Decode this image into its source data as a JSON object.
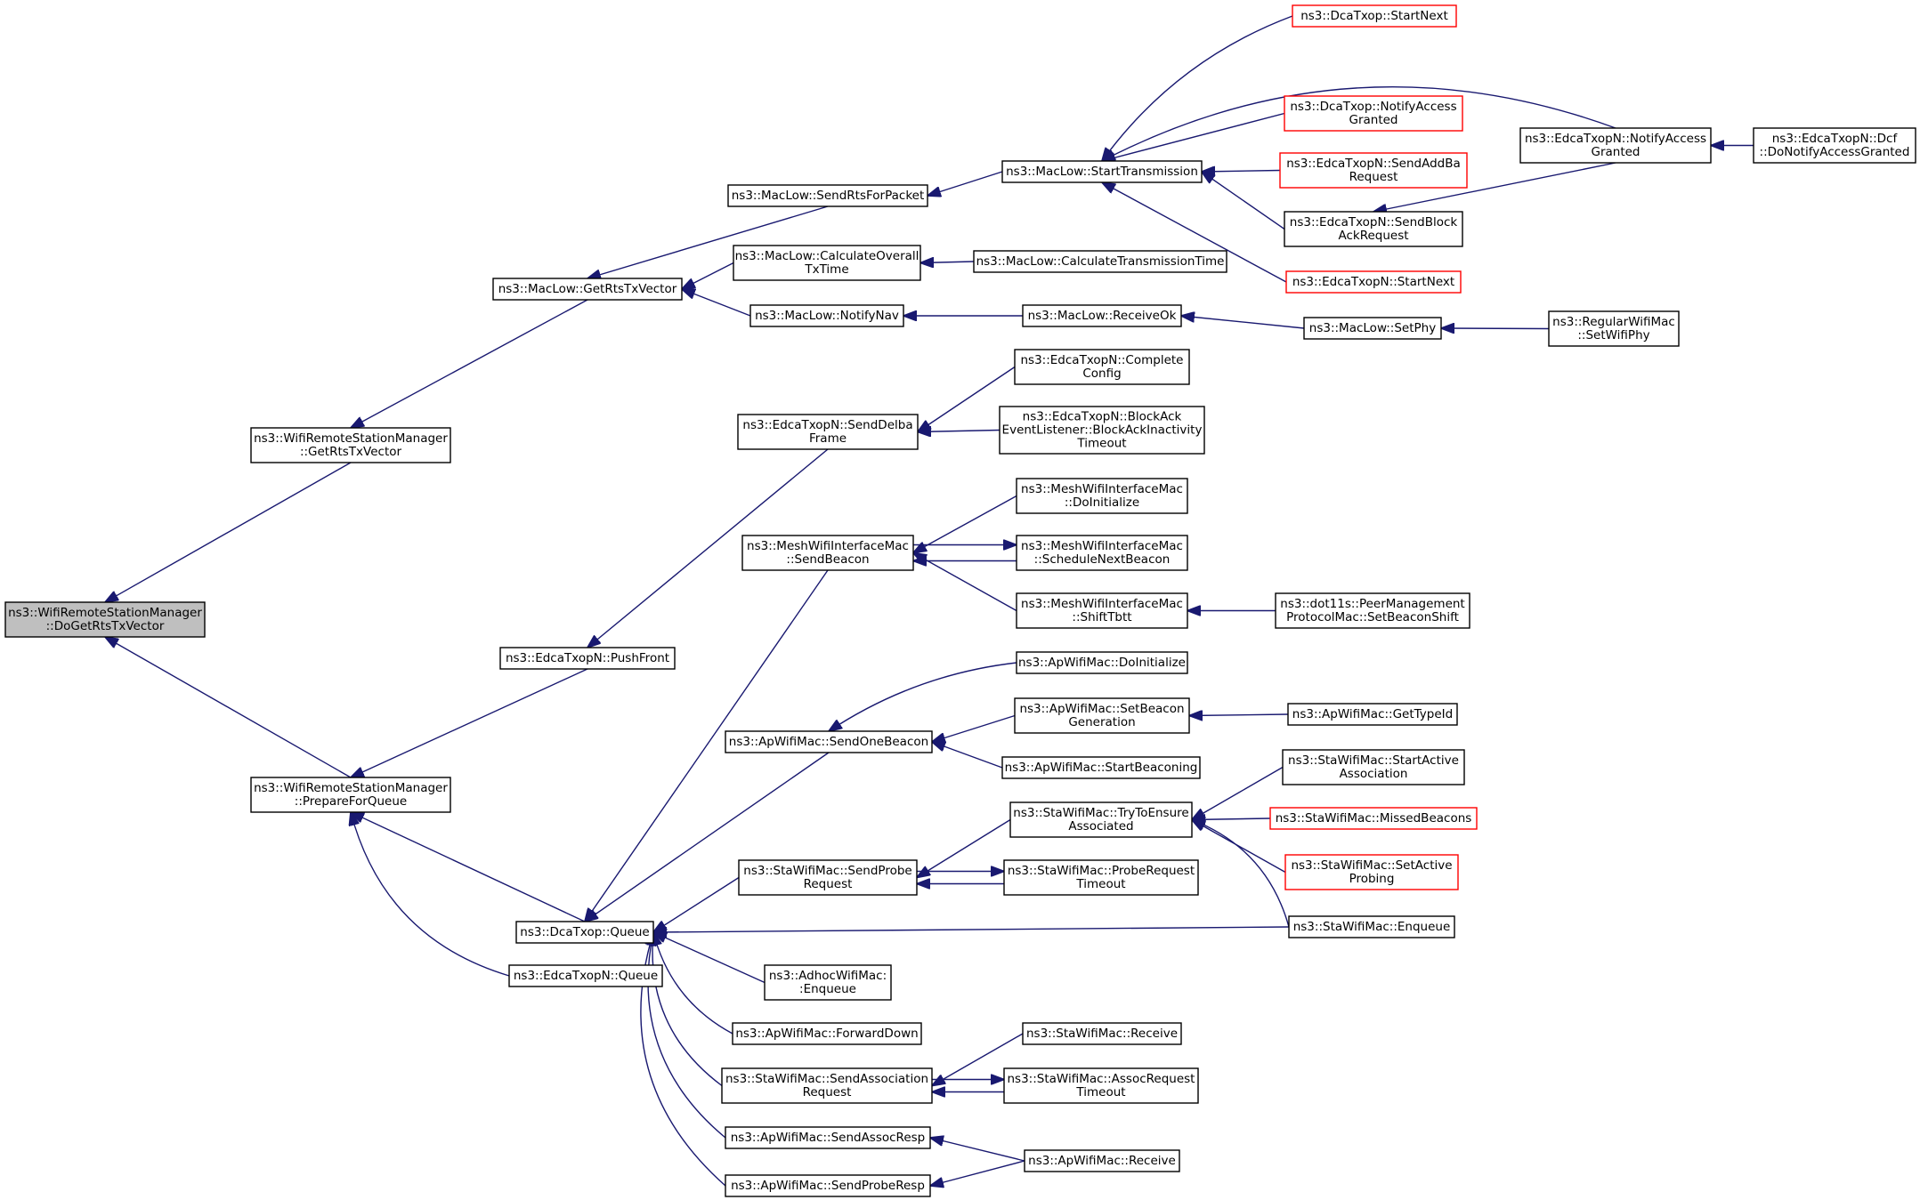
{
  "diagram": {
    "type": "caller-graph",
    "colors": {
      "root_fill": "#bfbfbf",
      "edge": "#191970",
      "box_border": "#000000",
      "truncated_border": "#ff0000"
    },
    "nodes": [
      {
        "id": "root",
        "lines": [
          "ns3::WifiRemoteStationManager",
          "::DoGetRtsTxVector"
        ],
        "style": "root"
      },
      {
        "id": "wrsm_getrts",
        "lines": [
          "ns3::WifiRemoteStationManager",
          "::GetRtsTxVector"
        ]
      },
      {
        "id": "wrsm_prep",
        "lines": [
          "ns3::WifiRemoteStationManager",
          "::PrepareForQueue"
        ]
      },
      {
        "id": "maclow_getrts",
        "lines": [
          "ns3::MacLow::GetRtsTxVector"
        ]
      },
      {
        "id": "edca_pushfront",
        "lines": [
          "ns3::EdcaTxopN::PushFront"
        ]
      },
      {
        "id": "dca_queue",
        "lines": [
          "ns3::DcaTxop::Queue"
        ]
      },
      {
        "id": "edca_queue",
        "lines": [
          "ns3::EdcaTxopN::Queue"
        ]
      },
      {
        "id": "maclow_sendrts",
        "lines": [
          "ns3::MacLow::SendRtsForPacket"
        ]
      },
      {
        "id": "maclow_calcoverall",
        "lines": [
          "ns3::MacLow::CalculateOverall",
          "TxTime"
        ]
      },
      {
        "id": "maclow_notifynav",
        "lines": [
          "ns3::MacLow::NotifyNav"
        ]
      },
      {
        "id": "maclow_starttx",
        "lines": [
          "ns3::MacLow::StartTransmission"
        ]
      },
      {
        "id": "maclow_calctx",
        "lines": [
          "ns3::MacLow::CalculateTransmissionTime"
        ]
      },
      {
        "id": "maclow_receiveok",
        "lines": [
          "ns3::MacLow::ReceiveOk"
        ]
      },
      {
        "id": "dca_startnext",
        "lines": [
          "ns3::DcaTxop::StartNext"
        ],
        "style": "red"
      },
      {
        "id": "dca_notifyaccess",
        "lines": [
          "ns3::DcaTxop::NotifyAccess",
          "Granted"
        ],
        "style": "red"
      },
      {
        "id": "edca_sendaddba",
        "lines": [
          "ns3::EdcaTxopN::SendAddBa",
          "Request"
        ],
        "style": "red"
      },
      {
        "id": "edca_sendblockack",
        "lines": [
          "ns3::EdcaTxopN::SendBlock",
          "AckRequest"
        ]
      },
      {
        "id": "edca_startnext",
        "lines": [
          "ns3::EdcaTxopN::StartNext"
        ],
        "style": "red"
      },
      {
        "id": "edca_notifyaccess",
        "lines": [
          "ns3::EdcaTxopN::NotifyAccess",
          "Granted"
        ]
      },
      {
        "id": "edca_dcf",
        "lines": [
          "ns3::EdcaTxopN::Dcf",
          "::DoNotifyAccessGranted"
        ]
      },
      {
        "id": "maclow_setphy",
        "lines": [
          "ns3::MacLow::SetPhy"
        ]
      },
      {
        "id": "regular_setwifiphy",
        "lines": [
          "ns3::RegularWifiMac",
          "::SetWifiPhy"
        ]
      },
      {
        "id": "edca_senddelba",
        "lines": [
          "ns3::EdcaTxopN::SendDelba",
          "Frame"
        ]
      },
      {
        "id": "edca_completeconfig",
        "lines": [
          "ns3::EdcaTxopN::Complete",
          "Config"
        ]
      },
      {
        "id": "edca_blockackinact",
        "lines": [
          "ns3::EdcaTxopN::BlockAck",
          "EventListener::BlockAckInactivity",
          "Timeout"
        ]
      },
      {
        "id": "mesh_sendbeacon",
        "lines": [
          "ns3::MeshWifiInterfaceMac",
          "::SendBeacon"
        ]
      },
      {
        "id": "mesh_doinit",
        "lines": [
          "ns3::MeshWifiInterfaceMac",
          "::DoInitialize"
        ]
      },
      {
        "id": "mesh_schedule",
        "lines": [
          "ns3::MeshWifiInterfaceMac",
          "::ScheduleNextBeacon"
        ]
      },
      {
        "id": "mesh_shifttbtt",
        "lines": [
          "ns3::MeshWifiInterfaceMac",
          "::ShiftTbtt"
        ]
      },
      {
        "id": "dot11s_setbeaconshift",
        "lines": [
          "ns3::dot11s::PeerManagement",
          "ProtocolMac::SetBeaconShift"
        ]
      },
      {
        "id": "ap_sendonebeacon",
        "lines": [
          "ns3::ApWifiMac::SendOneBeacon"
        ]
      },
      {
        "id": "ap_doinit",
        "lines": [
          "ns3::ApWifiMac::DoInitialize"
        ]
      },
      {
        "id": "ap_setbeacongen",
        "lines": [
          "ns3::ApWifiMac::SetBeacon",
          "Generation"
        ]
      },
      {
        "id": "ap_gettypeid",
        "lines": [
          "ns3::ApWifiMac::GetTypeId"
        ]
      },
      {
        "id": "ap_startbeaconing",
        "lines": [
          "ns3::ApWifiMac::StartBeaconing"
        ]
      },
      {
        "id": "sta_sendprobe",
        "lines": [
          "ns3::StaWifiMac::SendProbe",
          "Request"
        ]
      },
      {
        "id": "sta_trytoensure",
        "lines": [
          "ns3::StaWifiMac::TryToEnsure",
          "Associated"
        ]
      },
      {
        "id": "sta_probetimeout",
        "lines": [
          "ns3::StaWifiMac::ProbeRequest",
          "Timeout"
        ]
      },
      {
        "id": "sta_startactive",
        "lines": [
          "ns3::StaWifiMac::StartActive",
          "Association"
        ]
      },
      {
        "id": "sta_missedbeacons",
        "lines": [
          "ns3::StaWifiMac::MissedBeacons"
        ],
        "style": "red"
      },
      {
        "id": "sta_setactiveprobing",
        "lines": [
          "ns3::StaWifiMac::SetActive",
          "Probing"
        ],
        "style": "red"
      },
      {
        "id": "sta_enqueue",
        "lines": [
          "ns3::StaWifiMac::Enqueue"
        ]
      },
      {
        "id": "adhoc_enqueue",
        "lines": [
          "ns3::AdhocWifiMac:",
          ":Enqueue"
        ]
      },
      {
        "id": "ap_forwarddown",
        "lines": [
          "ns3::ApWifiMac::ForwardDown"
        ]
      },
      {
        "id": "sta_sendassoc",
        "lines": [
          "ns3::StaWifiMac::SendAssociation",
          "Request"
        ]
      },
      {
        "id": "sta_receive",
        "lines": [
          "ns3::StaWifiMac::Receive"
        ]
      },
      {
        "id": "sta_assoctimeout",
        "lines": [
          "ns3::StaWifiMac::AssocRequest",
          "Timeout"
        ]
      },
      {
        "id": "ap_sendassocresp",
        "lines": [
          "ns3::ApWifiMac::SendAssocResp"
        ]
      },
      {
        "id": "ap_receive",
        "lines": [
          "ns3::ApWifiMac::Receive"
        ]
      },
      {
        "id": "ap_sendproberesp",
        "lines": [
          "ns3::ApWifiMac::SendProbeResp"
        ]
      }
    ],
    "edges": [
      {
        "from": "wrsm_getrts",
        "to": "root"
      },
      {
        "from": "wrsm_prep",
        "to": "root"
      },
      {
        "from": "maclow_getrts",
        "to": "wrsm_getrts"
      },
      {
        "from": "edca_pushfront",
        "to": "wrsm_prep"
      },
      {
        "from": "dca_queue",
        "to": "wrsm_prep"
      },
      {
        "from": "edca_queue",
        "to": "wrsm_prep"
      },
      {
        "from": "maclow_sendrts",
        "to": "maclow_getrts"
      },
      {
        "from": "maclow_calcoverall",
        "to": "maclow_getrts"
      },
      {
        "from": "maclow_notifynav",
        "to": "maclow_getrts"
      },
      {
        "from": "maclow_starttx",
        "to": "maclow_sendrts"
      },
      {
        "from": "maclow_calctx",
        "to": "maclow_calcoverall"
      },
      {
        "from": "maclow_receiveok",
        "to": "maclow_notifynav"
      },
      {
        "from": "dca_startnext",
        "to": "maclow_starttx"
      },
      {
        "from": "dca_notifyaccess",
        "to": "maclow_starttx"
      },
      {
        "from": "edca_sendaddba",
        "to": "maclow_starttx"
      },
      {
        "from": "edca_sendblockack",
        "to": "maclow_starttx"
      },
      {
        "from": "edca_startnext",
        "to": "maclow_starttx"
      },
      {
        "from": "edca_notifyaccess",
        "to": "maclow_starttx"
      },
      {
        "from": "edca_notifyaccess",
        "to": "edca_sendblockack"
      },
      {
        "from": "edca_dcf",
        "to": "edca_notifyaccess"
      },
      {
        "from": "maclow_setphy",
        "to": "maclow_receiveok"
      },
      {
        "from": "regular_setwifiphy",
        "to": "maclow_setphy"
      },
      {
        "from": "edca_senddelba",
        "to": "edca_pushfront"
      },
      {
        "from": "edca_completeconfig",
        "to": "edca_senddelba"
      },
      {
        "from": "edca_blockackinact",
        "to": "edca_senddelba"
      },
      {
        "from": "mesh_sendbeacon",
        "to": "dca_queue"
      },
      {
        "from": "mesh_doinit",
        "to": "mesh_sendbeacon"
      },
      {
        "from": "mesh_schedule",
        "to": "mesh_sendbeacon"
      },
      {
        "from": "mesh_sendbeacon",
        "to": "mesh_schedule"
      },
      {
        "from": "mesh_shifttbtt",
        "to": "mesh_sendbeacon"
      },
      {
        "from": "dot11s_setbeaconshift",
        "to": "mesh_shifttbtt"
      },
      {
        "from": "ap_sendonebeacon",
        "to": "dca_queue"
      },
      {
        "from": "ap_doinit",
        "to": "ap_sendonebeacon"
      },
      {
        "from": "ap_setbeacongen",
        "to": "ap_sendonebeacon"
      },
      {
        "from": "ap_gettypeid",
        "to": "ap_setbeacongen"
      },
      {
        "from": "ap_startbeaconing",
        "to": "ap_sendonebeacon"
      },
      {
        "from": "sta_sendprobe",
        "to": "dca_queue"
      },
      {
        "from": "sta_trytoensure",
        "to": "sta_sendprobe"
      },
      {
        "from": "sta_probetimeout",
        "to": "sta_sendprobe"
      },
      {
        "from": "sta_sendprobe",
        "to": "sta_probetimeout"
      },
      {
        "from": "sta_startactive",
        "to": "sta_trytoensure"
      },
      {
        "from": "sta_missedbeacons",
        "to": "sta_trytoensure"
      },
      {
        "from": "sta_setactiveprobing",
        "to": "sta_trytoensure"
      },
      {
        "from": "sta_enqueue",
        "to": "sta_trytoensure"
      },
      {
        "from": "sta_enqueue",
        "to": "dca_queue"
      },
      {
        "from": "adhoc_enqueue",
        "to": "dca_queue"
      },
      {
        "from": "ap_forwarddown",
        "to": "dca_queue"
      },
      {
        "from": "sta_sendassoc",
        "to": "dca_queue"
      },
      {
        "from": "sta_receive",
        "to": "sta_sendassoc"
      },
      {
        "from": "sta_assoctimeout",
        "to": "sta_sendassoc"
      },
      {
        "from": "sta_sendassoc",
        "to": "sta_assoctimeout"
      },
      {
        "from": "ap_sendassocresp",
        "to": "dca_queue"
      },
      {
        "from": "ap_receive",
        "to": "ap_sendassocresp"
      },
      {
        "from": "ap_receive",
        "to": "ap_sendproberesp"
      },
      {
        "from": "ap_sendproberesp",
        "to": "dca_queue"
      }
    ]
  }
}
